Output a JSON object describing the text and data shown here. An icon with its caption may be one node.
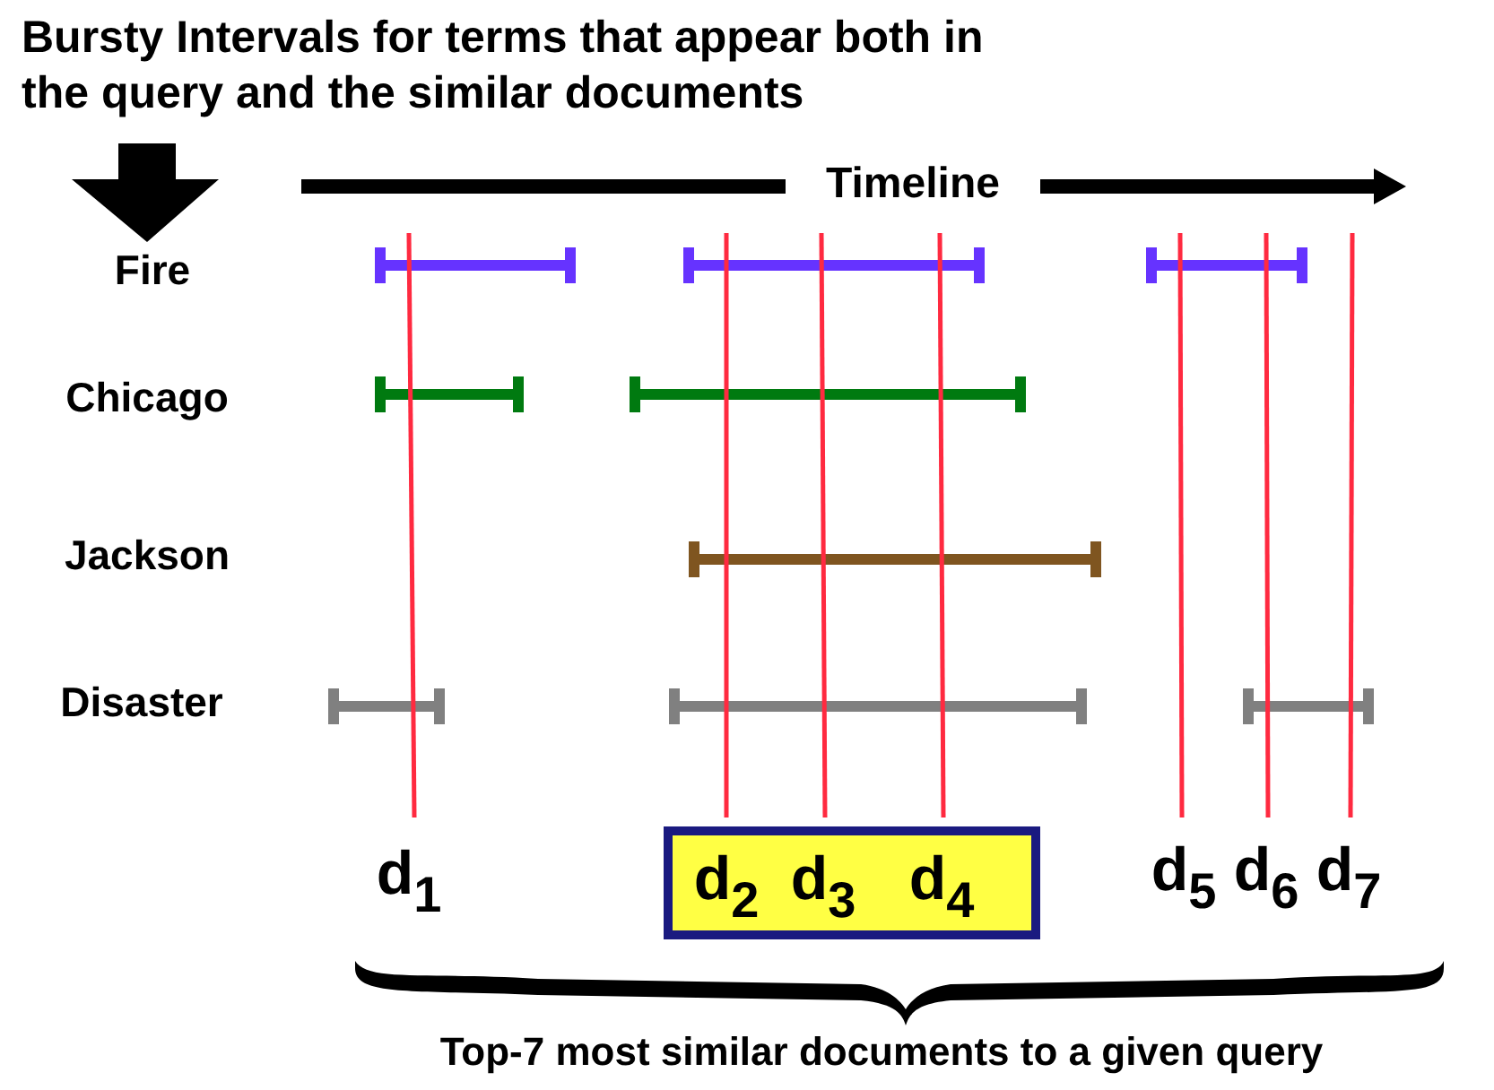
{
  "diagram": {
    "title": "Bursty Intervals for terms that appear both in the query and the similar documents",
    "caption": "Top-7 most similar documents to a given query",
    "nodes": [
      {
        "text": [
          "d$_{2}$",
          "d$_{3}$",
          "d$_{4}$"
        ]
      }
    ],
    "labels": [
      "Timeline",
      "Fire",
      "Chicago",
      "Jackson",
      "Disaster",
      "d$_{1}$",
      "d$_{5}$",
      "d$_{6}$",
      "d$_{7}$"
    ]
  }
}
